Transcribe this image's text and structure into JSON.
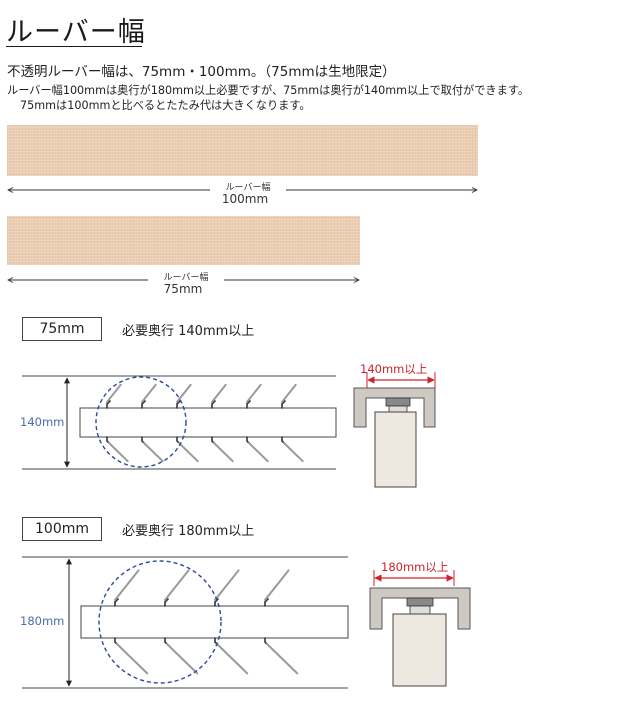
{
  "title": "ルーバー幅",
  "intro": "不透明ルーバー幅は、75mm・100mm。（75mmは生地限定）",
  "notes": [
    "ルーバー幅100mmは奥行が180mm以上必要ですが、75mmは奥行が140mm以上で取付ができます。",
    "75mmは100mmと比べるとたたみ代は大きくなります。"
  ],
  "swatches": [
    {
      "label": "ルーバー幅",
      "value": "100mm",
      "width_mm": 100
    },
    {
      "label": "ルーバー幅",
      "value": "75mm",
      "width_mm": 75
    }
  ],
  "sections": [
    {
      "badge": "75mm",
      "requirement": "必要奥行 140mm以上",
      "depth_label": "140mm",
      "bracket_label": "140mm以上"
    },
    {
      "badge": "100mm",
      "requirement": "必要奥行 180mm以上",
      "depth_label": "180mm",
      "bracket_label": "180mm以上"
    }
  ],
  "colors": {
    "fabric": "#eccdb2",
    "depth_label": "#4a6ca8",
    "circle": "#2a4b9a",
    "bracket_arrow": "#d0202a",
    "bracket_fill": "#cfc9c4",
    "rail": "#efe8e1"
  }
}
